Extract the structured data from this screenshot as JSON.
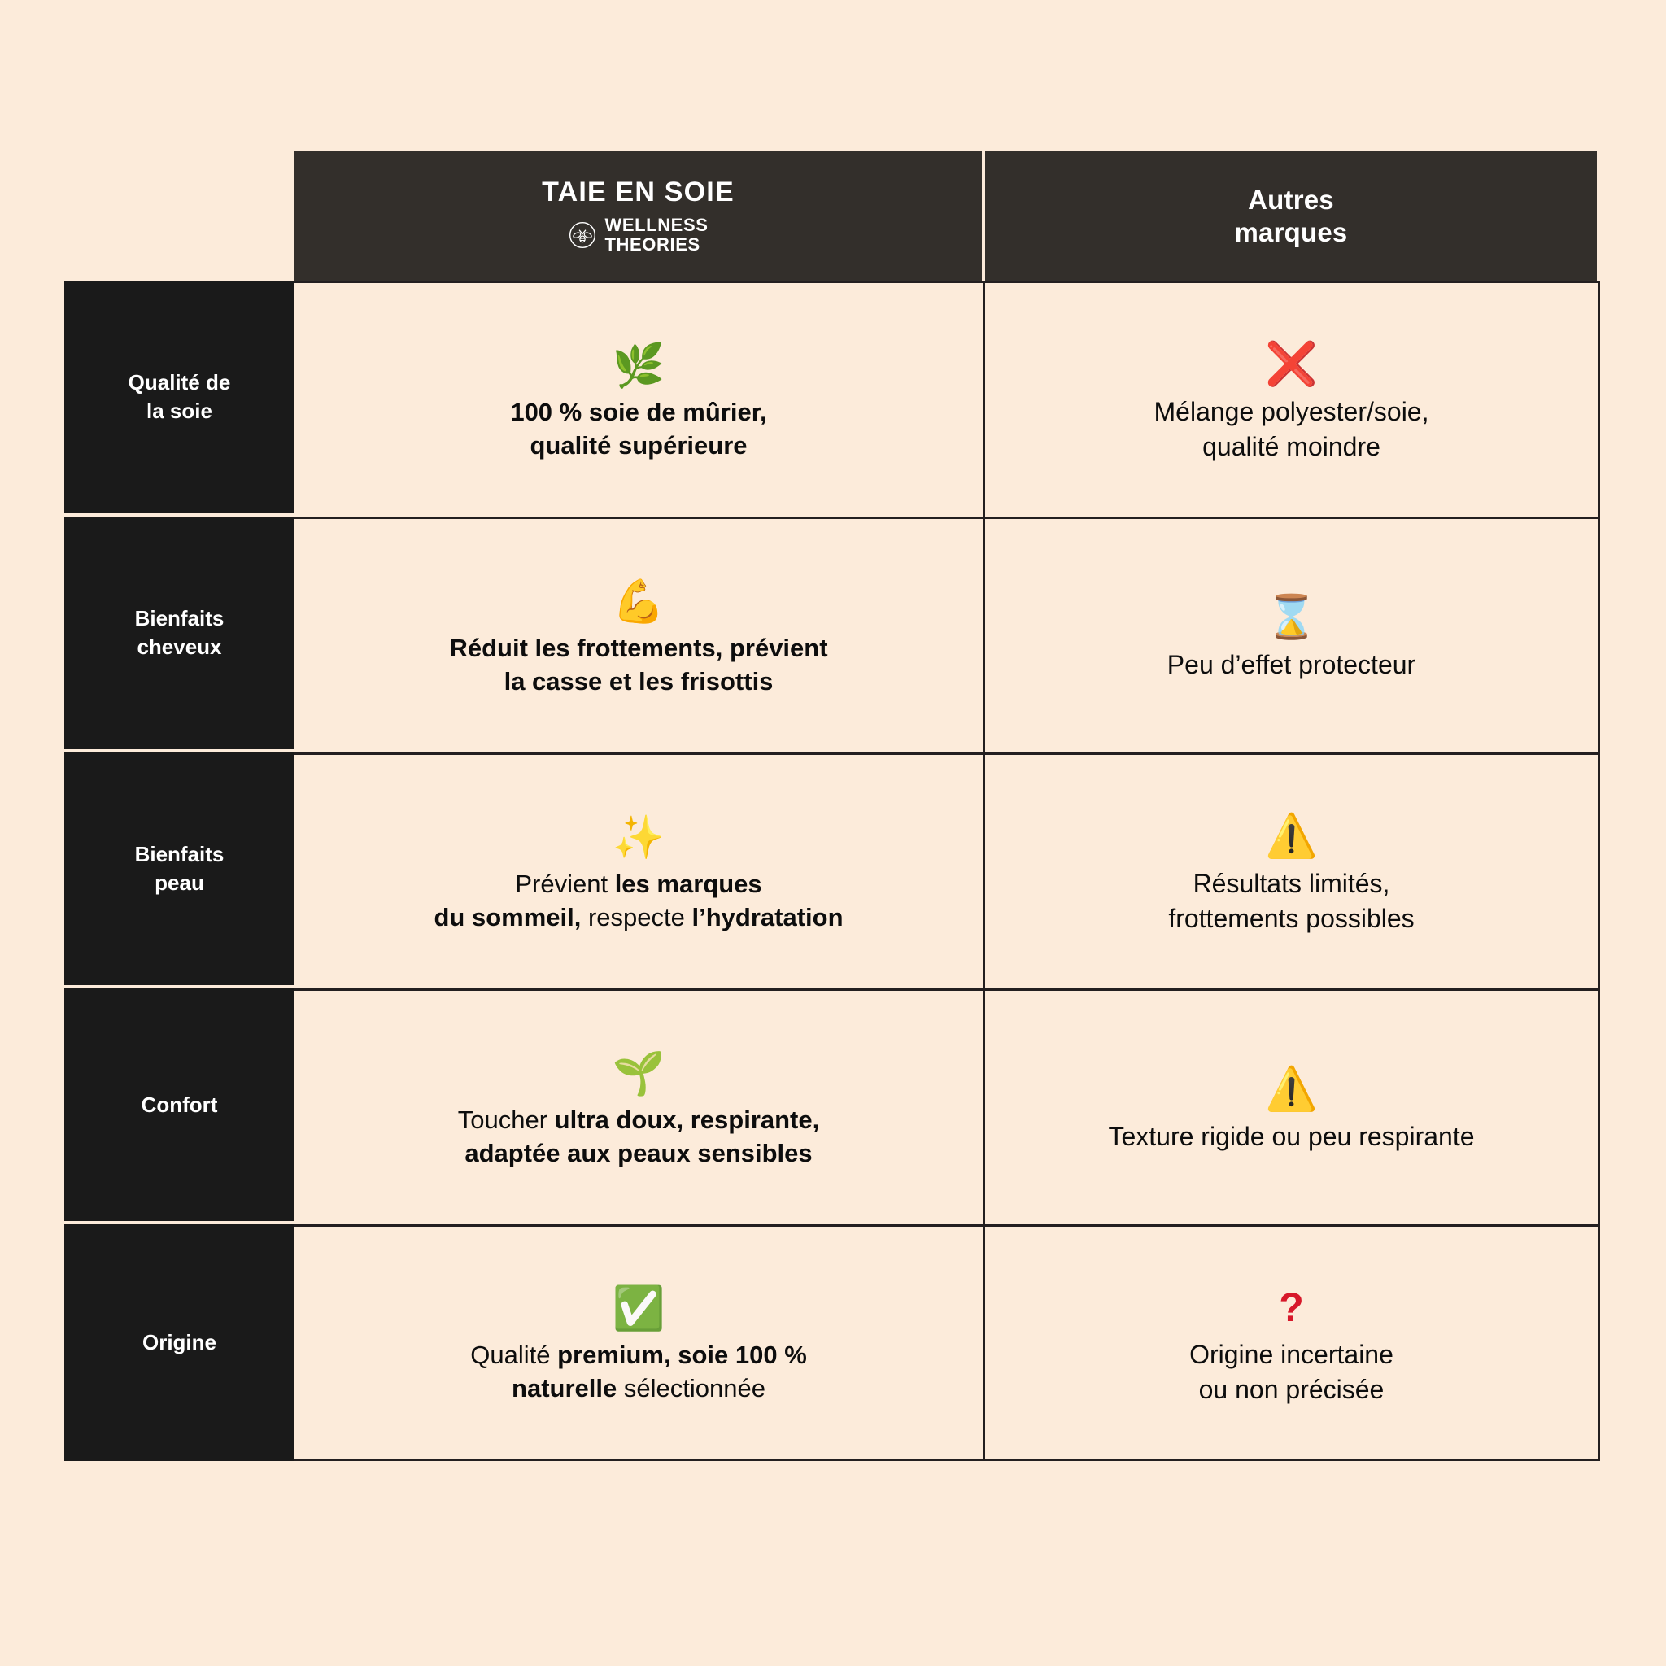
{
  "theme": {
    "page_background": "#FCEBDA",
    "header_background": "#332F2B",
    "label_background": "#1A1A1A",
    "cell_background": "#FCEBDA",
    "border_color": "#231F20",
    "text_color": "#0D0D0D",
    "header_text_color": "#FFFFFF",
    "accent_red": "#D7182A"
  },
  "header": {
    "brand": {
      "title": "TAIE EN SOIE",
      "logo_icon": "bee-logo-icon",
      "subtitle_line1": "WELLNESS",
      "subtitle_line2": "THEORIES"
    },
    "other": {
      "title_line1": "Autres",
      "title_line2": "marques"
    }
  },
  "rows": [
    {
      "label": "Qualité de la soie",
      "label_line1": "Qualité de",
      "label_line2": "la soie",
      "brand": {
        "icon": "herb-leaf-icon",
        "icon_glyph": "🌿",
        "text": "100 % soie de mûrier, qualité supérieure",
        "line1": "100 % soie de mûrier,",
        "line2": "qualité supérieure"
      },
      "other": {
        "icon": "red-cross-mark-icon",
        "icon_glyph": "❌",
        "text": "Mélange polyester/soie, qualité moindre",
        "line1": "Mélange polyester/soie,",
        "line2": "qualité moindre"
      }
    },
    {
      "label": "Bienfaits cheveux",
      "label_line1": "Bienfaits",
      "label_line2": "cheveux",
      "brand": {
        "icon": "flexed-biceps-icon",
        "icon_glyph": "💪",
        "text": "Réduit les frottements, prévient la casse et les frisottis",
        "line1": "Réduit les frottements, prévient",
        "line2": "la casse et les frisottis"
      },
      "other": {
        "icon": "hourglass-icon",
        "icon_glyph": "⌛",
        "text": "Peu d’effet protecteur",
        "line1": "Peu d’effet protecteur",
        "line2": ""
      }
    },
    {
      "label": "Bienfaits peau",
      "label_line1": "Bienfaits",
      "label_line2": "peau",
      "brand": {
        "icon": "sparkles-icon",
        "icon_glyph": "✨",
        "text": "Prévient les marques du sommeil, respecte l’hydratation",
        "segments_line1": [
          {
            "text": "Prévient ",
            "bold": false
          },
          {
            "text": "les marques",
            "bold": true
          }
        ],
        "segments_line2": [
          {
            "text": "du sommeil,",
            "bold": true
          },
          {
            "text": " respecte ",
            "bold": false
          },
          {
            "text": "l’hydratation",
            "bold": true
          }
        ]
      },
      "other": {
        "icon": "warning-triangle-icon",
        "icon_glyph": "⚠️",
        "text": "Résultats limités, frottements possibles",
        "line1": "Résultats limités,",
        "line2": "frottements possibles"
      }
    },
    {
      "label": "Confort",
      "label_line1": "Confort",
      "label_line2": "",
      "brand": {
        "icon": "seedling-icon",
        "icon_glyph": "🌱",
        "text": "Toucher ultra doux, respirante, adaptée aux peaux sensibles",
        "segments_line1": [
          {
            "text": "Toucher ",
            "bold": false
          },
          {
            "text": "ultra doux, respirante,",
            "bold": true
          }
        ],
        "segments_line2": [
          {
            "text": "adaptée aux peaux sensibles",
            "bold": true
          }
        ]
      },
      "other": {
        "icon": "warning-triangle-icon",
        "icon_glyph": "⚠️",
        "text": "Texture rigide ou peu respirante",
        "line1": "Texture rigide ou peu respirante",
        "line2": ""
      }
    },
    {
      "label": "Origine",
      "label_line1": "Origine",
      "label_line2": "",
      "brand": {
        "icon": "green-check-mark-icon",
        "icon_glyph": "✅",
        "text": "Qualité premium, soie 100 % naturelle sélectionnée",
        "segments_line1": [
          {
            "text": "Qualité ",
            "bold": false
          },
          {
            "text": "premium, soie 100 %",
            "bold": true
          }
        ],
        "segments_line2": [
          {
            "text": "naturelle",
            "bold": true
          },
          {
            "text": " sélectionnée",
            "bold": false
          }
        ]
      },
      "other": {
        "icon": "red-question-mark-icon",
        "icon_glyph": "?",
        "text": "Origine incertaine ou non précisée",
        "line1": "Origine incertaine",
        "line2": "ou non précisée"
      }
    }
  ]
}
